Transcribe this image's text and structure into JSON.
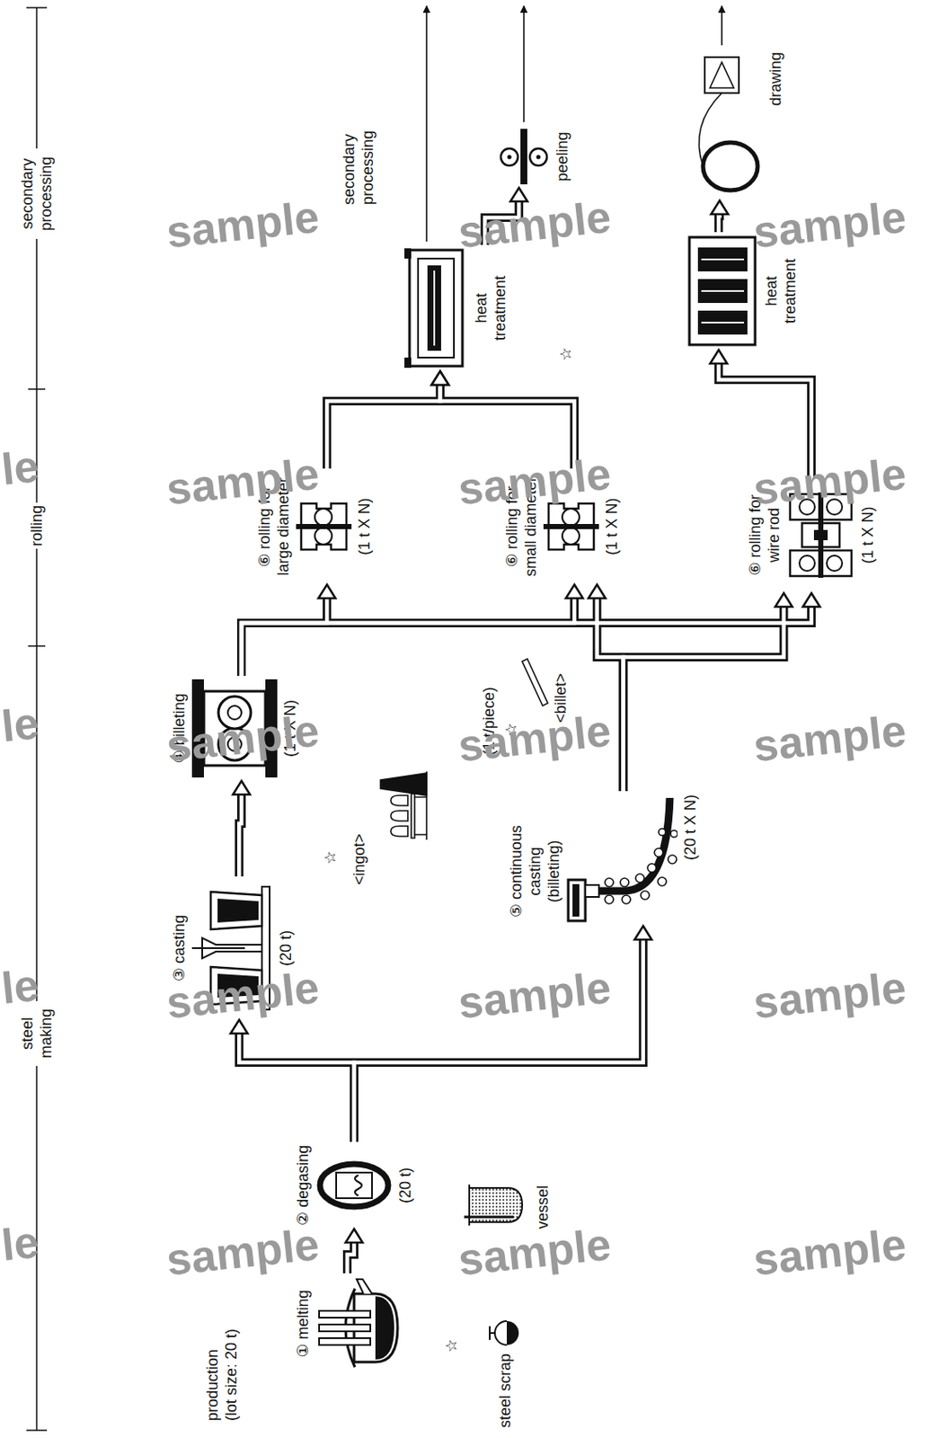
{
  "diagram": {
    "nodes": [
      {
        "text": [
          "steel scrap"
        ]
      },
      {
        "text": [
          "① melting"
        ]
      },
      {
        "text": [
          "② degasing",
          "(20 t)"
        ]
      },
      {
        "text": [
          "③ casting",
          "(20 t)"
        ]
      },
      {
        "text": [
          "④ billeting",
          "(1 t X N)"
        ]
      },
      {
        "text": [
          "⑤ continuous casting (billeting)",
          "(20 t X N)"
        ]
      },
      {
        "text": [
          "⑥ rolling for large diameter",
          "(1 t X N)"
        ]
      },
      {
        "text": [
          "⑥ rolling for small diameter",
          "(1 t X N)"
        ]
      },
      {
        "text": [
          "⑥ rolling for wire rod",
          "(1 t X N)"
        ]
      },
      {
        "text": [
          "heat treatment"
        ]
      },
      {
        "text": [
          "heat treatment"
        ]
      },
      {
        "text": [
          "peeling"
        ]
      },
      {
        "text": [
          "drawing"
        ]
      }
    ],
    "edges": [
      {
        "from": 1,
        "to": 2,
        "arrow": "to"
      },
      {
        "from": 2,
        "to": 3,
        "arrow": "to"
      },
      {
        "from": 2,
        "to": 5,
        "arrow": "to"
      },
      {
        "from": 3,
        "to": 4,
        "arrow": "to"
      },
      {
        "from": 4,
        "to": 6,
        "arrow": "to"
      },
      {
        "from": 4,
        "to": 7,
        "arrow": "to"
      },
      {
        "from": 4,
        "to": 8,
        "arrow": "to"
      },
      {
        "from": 5,
        "to": 7,
        "arrow": "to"
      },
      {
        "from": 5,
        "to": 8,
        "arrow": "to"
      },
      {
        "from": 6,
        "to": 9,
        "arrow": "to"
      },
      {
        "from": 7,
        "to": 9,
        "arrow": "to"
      },
      {
        "from": 8,
        "to": 10,
        "arrow": "to"
      },
      {
        "from": 9,
        "to": 11,
        "arrow": "to"
      },
      {
        "from": 10,
        "to": 12,
        "arrow": "to"
      }
    ],
    "labels": [
      "steel making",
      "rolling",
      "secondary processing",
      "production (lot size: 20 t)",
      "☆",
      "vessel",
      "☆",
      "<ingot>",
      "(1 t/piece)",
      "☆",
      "<billet>",
      "☆",
      "secondary processing",
      "sample",
      "sample",
      "sample",
      "sample",
      "sample",
      "sample",
      "sample",
      "sample",
      "sample",
      "sample",
      "sample",
      "sample",
      "sample",
      "sample",
      "sample",
      "le",
      "le",
      "le",
      "le"
    ]
  }
}
